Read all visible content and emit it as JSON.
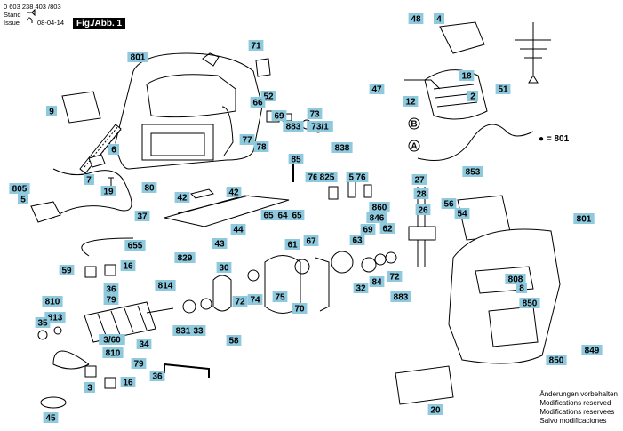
{
  "header": {
    "doc_number": "0 603 238 403 /803",
    "stand_label": "Stand",
    "issue_label": "Issue",
    "issue_date": "08-04-14",
    "figure_tab": "Fig./Abb. 1"
  },
  "legend": {
    "symbol": "●",
    "text": "= 801"
  },
  "notes": [
    "Änderungen vorbehalten",
    "Modifications reserved",
    "Modifications reservees",
    "Salvo modificaciones"
  ],
  "colors": {
    "label_fill": "#8ec9de",
    "line": "#000000"
  },
  "callouts": [
    "801",
    "9",
    "6",
    "805",
    "5",
    "7",
    "19",
    "80",
    "71",
    "52",
    "66",
    "69",
    "883",
    "73",
    "73/1",
    "77",
    "78",
    "85",
    "76",
    "825",
    "57",
    "76",
    "838",
    "64",
    "65",
    "65",
    "42",
    "42",
    "37",
    "44",
    "43",
    "48",
    "4",
    "18",
    "47",
    "12",
    "2",
    "51",
    "B",
    "A",
    "801",
    "27",
    "28",
    "26",
    "860",
    "69",
    "63",
    "62",
    "846",
    "853",
    "56",
    "54",
    "801",
    "808",
    "8",
    "850",
    "849",
    "850",
    "20",
    "829",
    "30",
    "814",
    "72",
    "74",
    "75",
    "61",
    "67",
    "70",
    "58",
    "831",
    "33",
    "32",
    "84",
    "72",
    "883",
    "59",
    "16",
    "36",
    "79",
    "810",
    "813",
    "35",
    "34",
    "3/60",
    "810",
    "79",
    "3",
    "16",
    "36",
    "45",
    "655",
    "B"
  ]
}
